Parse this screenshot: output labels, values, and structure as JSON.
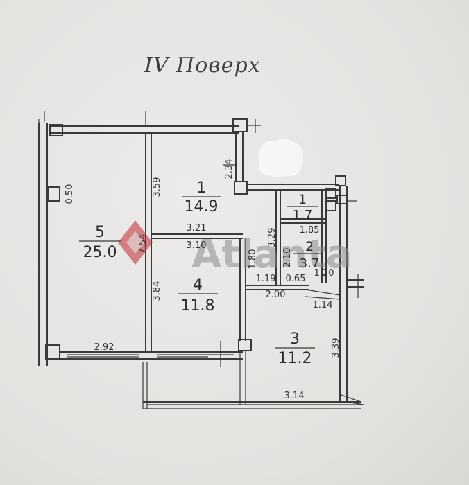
{
  "title": "IV Поверх",
  "watermark": "Atlanta",
  "rooms": [
    {
      "number": "1",
      "area": "14.9"
    },
    {
      "number": "1",
      "area": "1.7"
    },
    {
      "number": "2",
      "area": "3.7"
    },
    {
      "number": "3",
      "area": "11.2"
    },
    {
      "number": "4",
      "area": "11.8"
    },
    {
      "number": "5",
      "area": "25.0"
    }
  ],
  "dimensions": {
    "d050": "0.50",
    "d359": "3.59",
    "d754": "7.54",
    "d321": "3.21",
    "d310": "3.10",
    "d384": "3.84",
    "d292": "2.92",
    "d234": "2.34",
    "d329": "3.29",
    "d185": "1.85",
    "d210": "2.10",
    "d180": "1.80",
    "d119": "1.19",
    "d065": "0.65",
    "d120": "1.20",
    "d200": "2.00",
    "d114": "1.14",
    "d339": "3.39",
    "d314": "3.14"
  },
  "colors": {
    "wall": "#3a3a3a",
    "watermark_red": "#c1272d",
    "paper": "#e6e6e3"
  }
}
